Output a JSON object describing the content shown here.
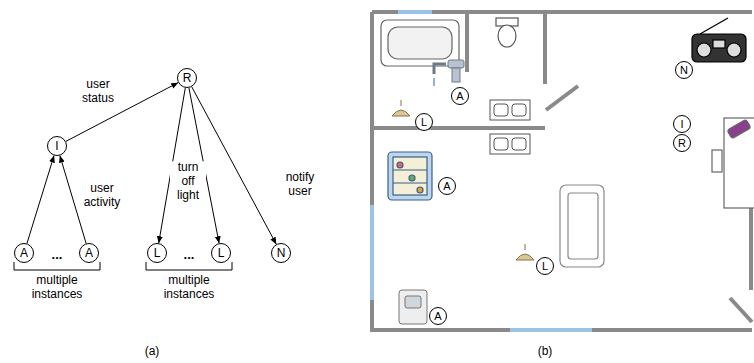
{
  "diagram": {
    "nodes": [
      {
        "text": [
          "R"
        ]
      },
      {
        "text": [
          "I"
        ]
      },
      {
        "text": [
          "A"
        ]
      },
      {
        "text": [
          "A"
        ]
      },
      {
        "text": [
          "L"
        ]
      },
      {
        "text": [
          "L"
        ]
      },
      {
        "text": [
          "N"
        ]
      },
      {
        "text": [
          "A"
        ]
      },
      {
        "text": [
          "N"
        ]
      },
      {
        "text": [
          "L"
        ]
      },
      {
        "text": [
          "I"
        ]
      },
      {
        "text": [
          "R"
        ]
      },
      {
        "text": [
          "A"
        ]
      },
      {
        "text": [
          "L"
        ]
      },
      {
        "text": [
          "A"
        ]
      }
    ],
    "edges": [
      {
        "from": 2,
        "to": 1,
        "arrow": "to"
      },
      {
        "from": 3,
        "to": 1,
        "arrow": "to"
      },
      {
        "from": 1,
        "to": 0,
        "arrow": "to",
        "label": "user status"
      },
      {
        "from": 0,
        "to": 4,
        "arrow": "to"
      },
      {
        "from": 0,
        "to": 5,
        "arrow": "to"
      },
      {
        "from": 0,
        "to": 6,
        "arrow": "to",
        "label": "notify user"
      }
    ],
    "labels": [
      "user activity",
      "turn off light",
      "...",
      "...",
      "multiple instances",
      "multiple instances",
      "(a)",
      "(b)"
    ]
  }
}
